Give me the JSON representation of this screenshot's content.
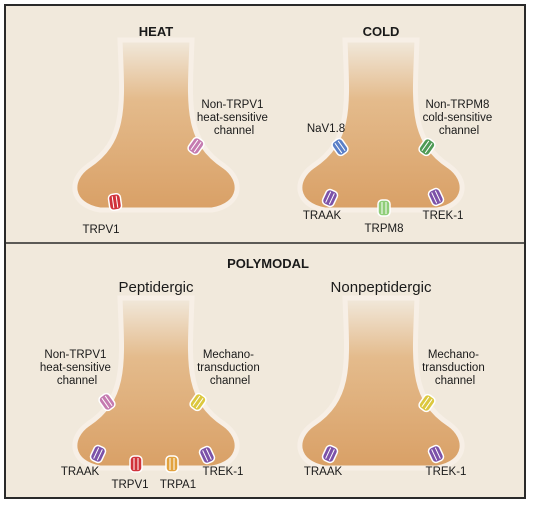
{
  "colors": {
    "panel_fill": "#f1e9dc",
    "panel_border": "#2a2a2a",
    "neuron_fill": "#dba36c",
    "neuron_edge": "#f7efe6",
    "channel_red": "#d0323a",
    "channel_pink": "#c57bb0",
    "channel_blue": "#5a7fc7",
    "channel_green": "#4e9a55",
    "channel_lightgreen": "#8fce79",
    "channel_purple": "#7c52a8",
    "channel_orange": "#e2a23e",
    "channel_yellow": "#dcc83e"
  },
  "headings": {
    "heat": "HEAT",
    "cold": "COLD",
    "polymodal": "POLYMODAL",
    "peptidergic": "Peptidergic",
    "nonpeptidergic": "Nonpeptidergic"
  },
  "heat": {
    "non_trpv1": [
      "Non-TRPV1",
      "heat-sensitive",
      "channel"
    ],
    "trpv1": "TRPV1"
  },
  "cold": {
    "nav18": "NaV1.8",
    "non_trpm8": [
      "Non-TRPM8",
      "cold-sensitive",
      "channel"
    ],
    "traak": "TRAAK",
    "trpm8": "TRPM8",
    "trek1": "TREK-1"
  },
  "peptidergic": {
    "non_trpv1": [
      "Non-TRPV1",
      "heat-sensitive",
      "channel"
    ],
    "mechano": [
      "Mechano-",
      "transduction",
      "channel"
    ],
    "traak": "TRAAK",
    "trpv1": "TRPV1",
    "trpa1": "TRPA1",
    "trek1": "TREK-1"
  },
  "nonpeptidergic": {
    "mechano": [
      "Mechano-",
      "transduction",
      "channel"
    ],
    "traak": "TRAAK",
    "trek1": "TREK-1"
  }
}
